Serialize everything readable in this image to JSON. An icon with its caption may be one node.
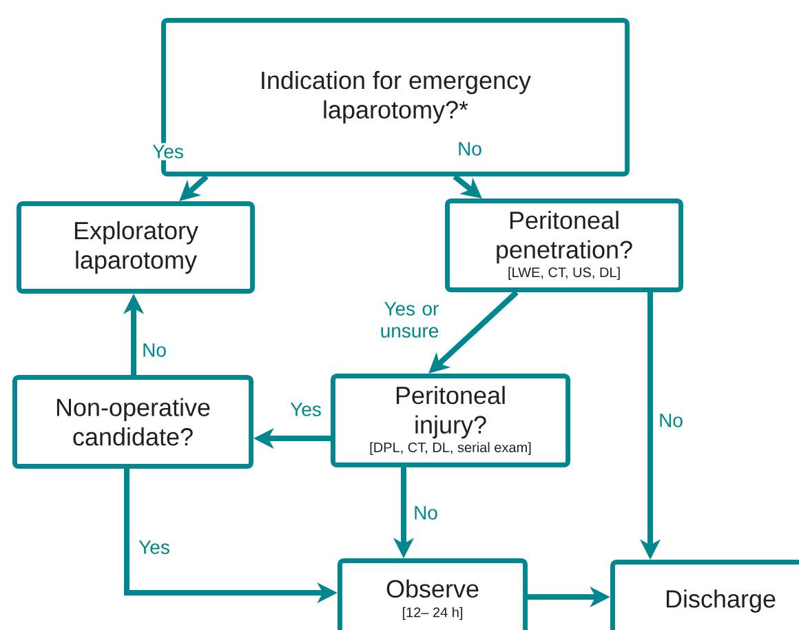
{
  "diagram": {
    "nodes": [
      {
        "text": [
          "Indication for emergency laparotomy?*"
        ]
      },
      {
        "text": [
          "Exploratory laparotomy"
        ]
      },
      {
        "text": [
          "Peritoneal penetration?",
          "[LWE, CT, US, DL]"
        ]
      },
      {
        "text": [
          "Peritoneal injury?",
          "[DPL, CT, DL, serial exam]"
        ]
      },
      {
        "text": [
          "Non-operative candidate?"
        ]
      },
      {
        "text": [
          "Observe",
          "[12– 24 h]"
        ]
      },
      {
        "text": [
          "Discharge"
        ]
      }
    ],
    "edges": [
      {
        "from": 0,
        "to": 1,
        "arrow": "to",
        "label": "Yes"
      },
      {
        "from": 0,
        "to": 2,
        "arrow": "to",
        "label": "No"
      },
      {
        "from": 2,
        "to": 3,
        "arrow": "to",
        "label": "Yes or unsure"
      },
      {
        "from": 2,
        "to": 6,
        "arrow": "to",
        "label": "No"
      },
      {
        "from": 3,
        "to": 4,
        "arrow": "to",
        "label": "Yes"
      },
      {
        "from": 3,
        "to": 5,
        "arrow": "to",
        "label": "No"
      },
      {
        "from": 4,
        "to": 1,
        "arrow": "to",
        "label": "No"
      },
      {
        "from": 4,
        "to": 5,
        "arrow": "to",
        "label": "Yes"
      },
      {
        "from": 5,
        "to": 6,
        "arrow": "to"
      }
    ]
  }
}
